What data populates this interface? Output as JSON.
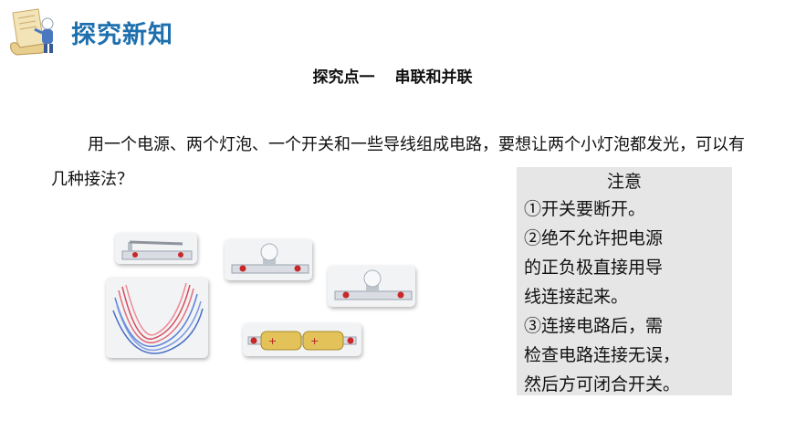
{
  "header": {
    "title": "探究新知"
  },
  "section": {
    "part1": "探究点一",
    "part2": "串联和并联"
  },
  "question": {
    "text": "用一个电源、两个灯泡、一个开关和一些导线组成电路，要想让两个小灯泡都发光，可以有几种接法？"
  },
  "note": {
    "title": "注意",
    "lines": [
      "①开关要断开。",
      "②绝不允许把电源",
      "的正负极直接用导",
      "线连接起来。",
      "③连接电路后，需",
      "检查电路连接无误，",
      "然后方可闭合开关。"
    ]
  },
  "battery": {
    "terminal_label": "+"
  },
  "colors": {
    "title_blue": "#1d6fae",
    "note_bg": "#e6e6e6",
    "terminal_red": "#c8282a"
  }
}
